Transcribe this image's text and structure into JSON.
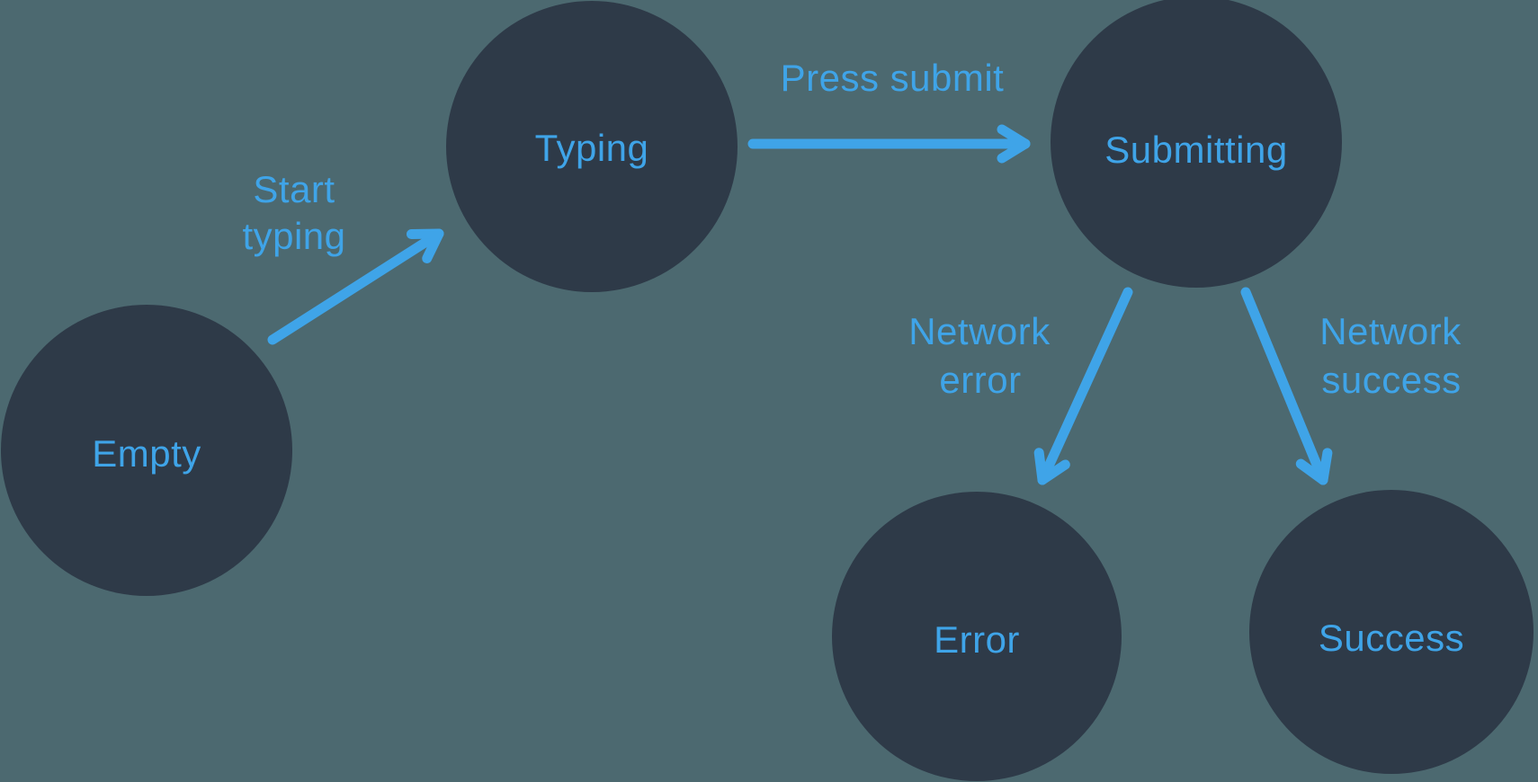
{
  "diagram": {
    "type": "state-machine",
    "nodes": [
      {
        "id": "empty",
        "label": "Empty"
      },
      {
        "id": "typing",
        "label": "Typing"
      },
      {
        "id": "submitting",
        "label": "Submitting"
      },
      {
        "id": "error",
        "label": "Error"
      },
      {
        "id": "success",
        "label": "Success"
      }
    ],
    "edges": [
      {
        "id": "start-typing",
        "from": "empty",
        "to": "typing",
        "label_line1": "Start",
        "label_line2": "typing"
      },
      {
        "id": "press-submit",
        "from": "typing",
        "to": "submitting",
        "label": "Press submit"
      },
      {
        "id": "network-error",
        "from": "submitting",
        "to": "error",
        "label_line1": "Network",
        "label_line2": "error"
      },
      {
        "id": "network-success",
        "from": "submitting",
        "to": "success",
        "label_line1": "Network",
        "label_line2": "success"
      }
    ],
    "colors": {
      "background": "#4C6970",
      "node-fill": "#2E3A48",
      "accent-blue": "#3FA4E8"
    }
  }
}
